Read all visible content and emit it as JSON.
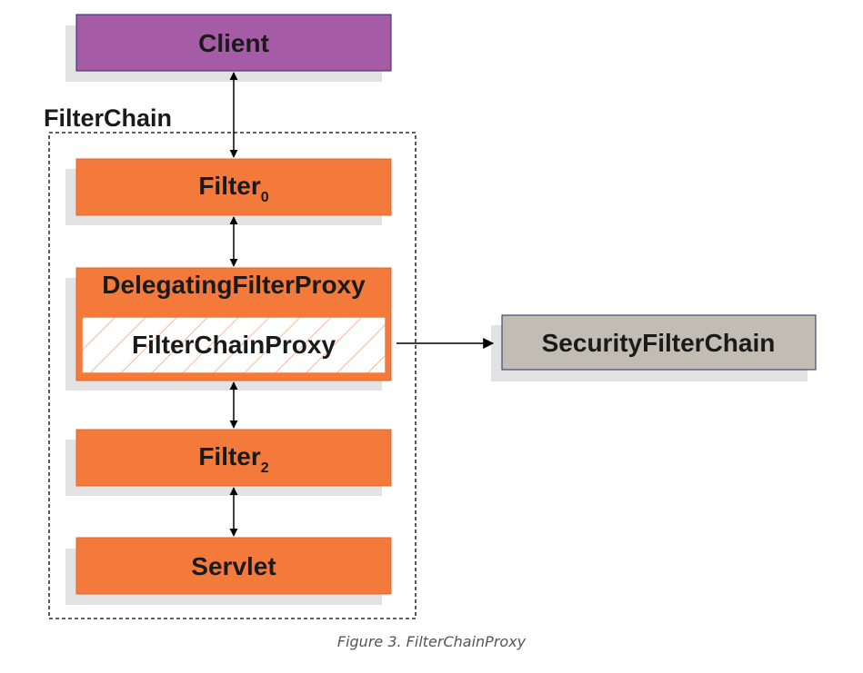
{
  "container": {
    "label": "FilterChain"
  },
  "nodes": {
    "client": {
      "label": "Client"
    },
    "filter0": {
      "label": "Filter",
      "subscript": "0"
    },
    "delegating_filter_proxy": {
      "label": "DelegatingFilterProxy"
    },
    "filter_chain_proxy": {
      "label": "FilterChainProxy"
    },
    "filter2": {
      "label": "Filter",
      "subscript": "2"
    },
    "servlet": {
      "label": "Servlet"
    },
    "security_filter_chain": {
      "label": "SecurityFilterChain"
    }
  },
  "caption": "Figure 3. FilterChainProxy",
  "colors": {
    "client": "#a65ba6",
    "filter": "#f47a3c",
    "security_filter_chain": "#c2bdb2",
    "shadow": "#e3e3e3",
    "stroke": "#2a2a6a",
    "hatch": "#f6a27a",
    "text": "#1a1a1a"
  }
}
